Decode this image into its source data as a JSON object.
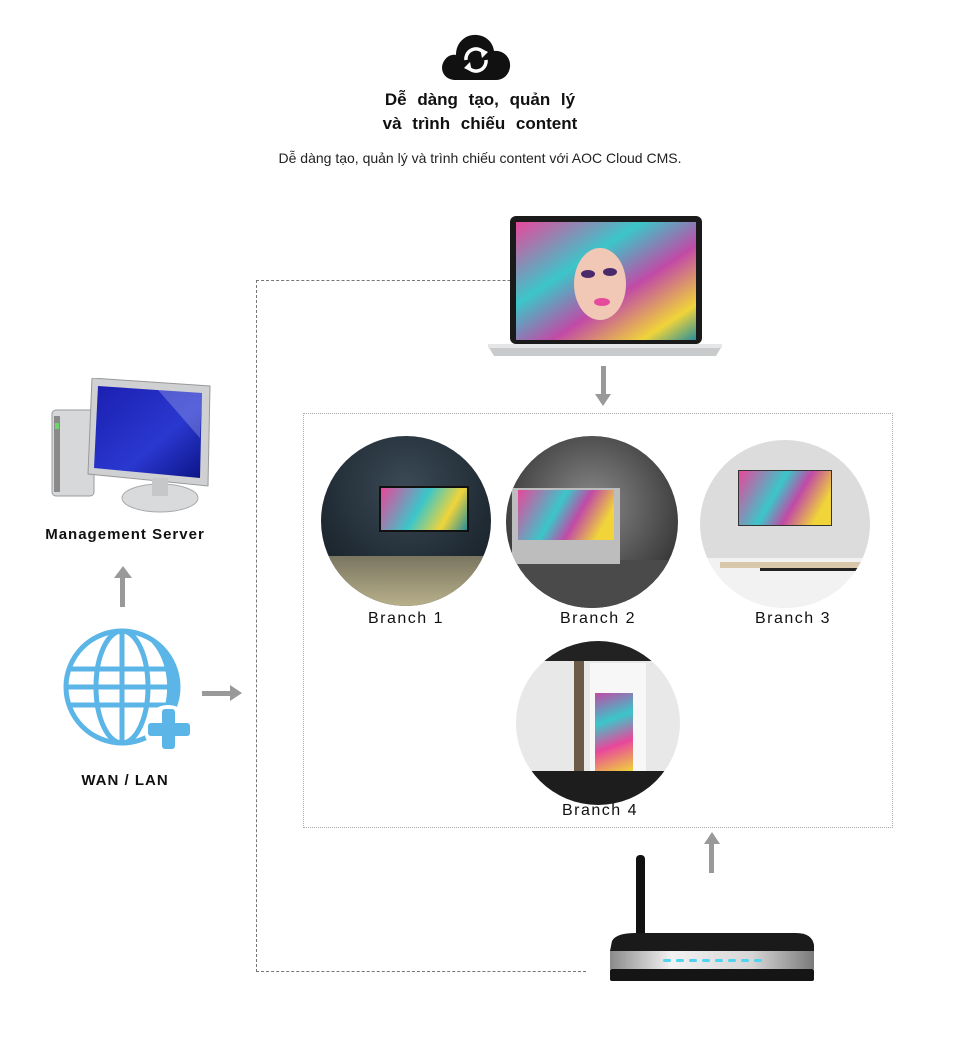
{
  "header": {
    "icon": "cloud-sync-icon",
    "title_line1": "Dễ dàng tạo, quản lý",
    "title_line2": "và trình chiếu content",
    "subtitle": "Dễ dàng tạo, quản lý và trình chiếu content với AOC Cloud CMS."
  },
  "nodes": {
    "server": {
      "label": "Management Server",
      "icon": "desktop-computer-icon"
    },
    "network": {
      "label": "WAN / LAN",
      "icon": "globe-plus-icon"
    },
    "laptop": {
      "icon": "laptop-icon"
    },
    "router": {
      "icon": "wifi-router-icon"
    }
  },
  "branches": [
    {
      "label": "Branch 1"
    },
    {
      "label": "Branch 2"
    },
    {
      "label": "Branch 3"
    },
    {
      "label": "Branch 4"
    }
  ],
  "colors": {
    "globe": "#5bb5e6",
    "arrow": "#999999",
    "router_led": "#4fd3f0",
    "accent_pink": "#e8479b"
  }
}
